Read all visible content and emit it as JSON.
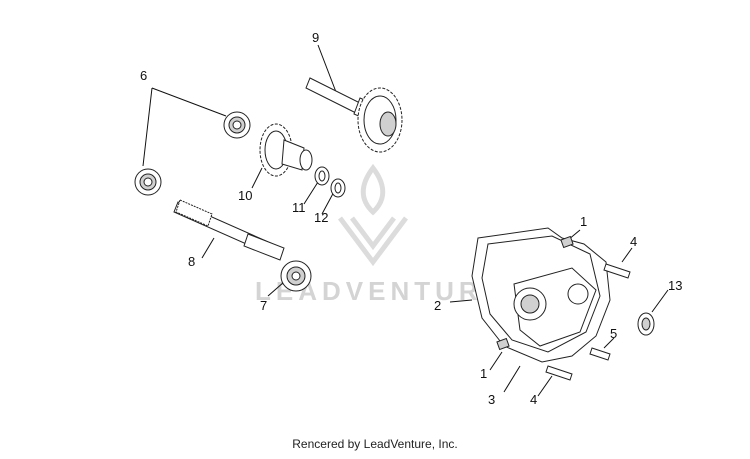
{
  "watermark": {
    "text": "LEADVENTURE"
  },
  "footer": {
    "credit": "Rencered by LeadVenture, Inc."
  },
  "callouts": {
    "c1a": "1",
    "c1b": "1",
    "c2": "2",
    "c3": "3",
    "c4a": "4",
    "c4b": "4",
    "c5": "5",
    "c6": "6",
    "c7": "7",
    "c8": "8",
    "c9": "9",
    "c10": "10",
    "c11": "11",
    "c12": "12",
    "c13": "13"
  }
}
